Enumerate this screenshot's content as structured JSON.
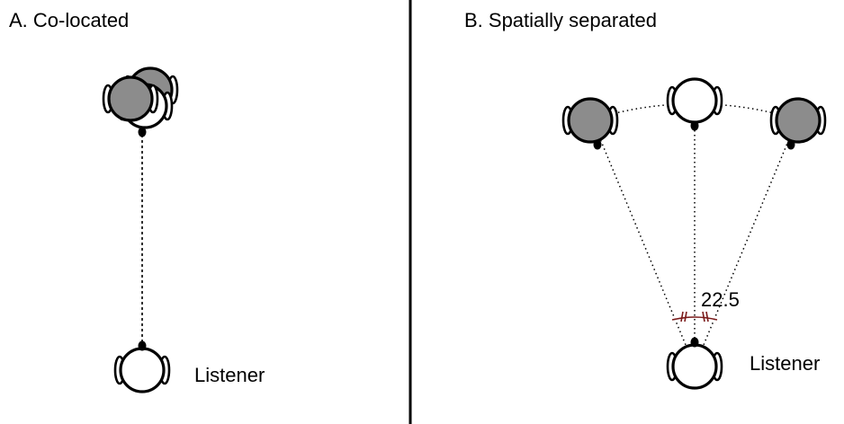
{
  "panels": {
    "a": {
      "title": "A. Co-located",
      "listener_label": "Listener"
    },
    "b": {
      "title": "B. Spatially separated",
      "listener_label": "Listener",
      "angle_label": "22.5"
    }
  },
  "colors": {
    "masker_fill": "#8c8c8c",
    "target_fill": "#ffffff",
    "outline": "#000000",
    "angle_arc": "#7a1a1a"
  },
  "icons": [
    "head-icon",
    "ear-icon",
    "nose-icon"
  ]
}
